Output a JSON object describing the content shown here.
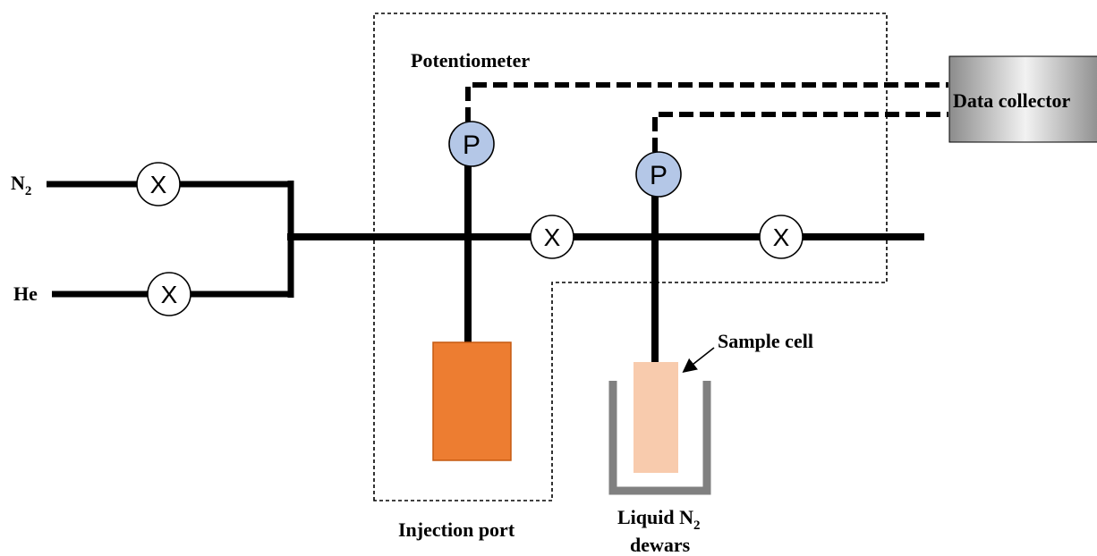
{
  "labels": {
    "n2_inlet": "N",
    "n2_inlet_sub": "2",
    "he_inlet": "He",
    "potentiometer": "Potentiometer",
    "data_collector": "Data collector",
    "sample_cell": "Sample cell",
    "injection_port": "Injection port",
    "liquid_dewar_line1": "Liquid N",
    "liquid_dewar_line1_sub": "2",
    "liquid_dewar_line2": "dewars"
  },
  "symbols": {
    "valve": "X",
    "pressure_gauge": "P"
  },
  "colors": {
    "pipe": "#000000",
    "gauge_fill": "#b4c7e7",
    "injection_port_fill": "#ed7d31",
    "sample_cell_fill": "#f8cbad",
    "dewar": "#808080",
    "collector_light": "#f2f2f2",
    "collector_dark": "#8c8c8c"
  }
}
